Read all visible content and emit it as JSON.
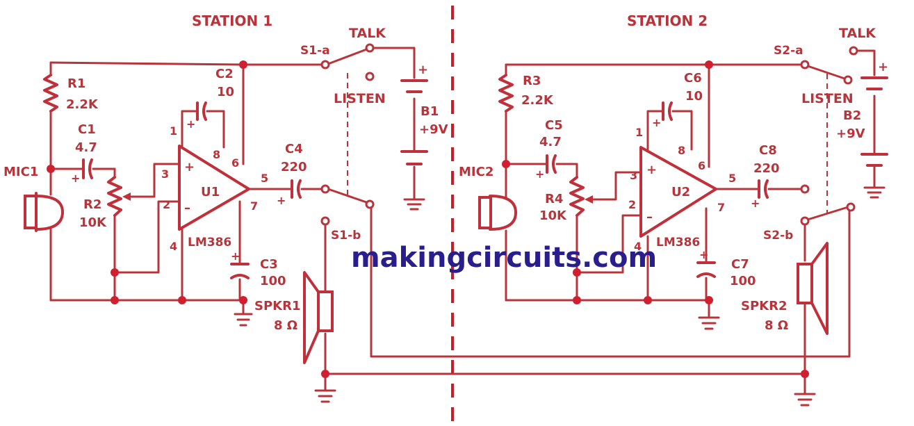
{
  "colors": {
    "wire": "#b8343a",
    "component": "#c0303a",
    "text": "#b8343a",
    "node": "#d02030",
    "watermark": "#2a1e8c",
    "divider": "#c81e28"
  },
  "watermark": "makingcircuits.com",
  "station1": {
    "title": "STATION 1",
    "switch_a": "S1-a",
    "switch_b": "S1-b",
    "talk": "TALK",
    "listen": "LISTEN",
    "battery_label": "B1",
    "battery_value": "+9V",
    "plus": "+",
    "r1_label": "R1",
    "r1_value": "2.2K",
    "c1_label": "C1",
    "c1_value": "4.7",
    "c2_label": "C2",
    "c2_value": "10",
    "c3_label": "C3",
    "c3_value": "100",
    "c4_label": "C4",
    "c4_value": "220",
    "r2_label": "R2",
    "r2_value": "10K",
    "mic": "MIC1",
    "ic": "U1",
    "ic_part": "LM386",
    "pin1": "1",
    "pin2": "2",
    "pin3": "3",
    "pin4": "4",
    "pin5": "5",
    "pin6": "6",
    "pin7": "7",
    "pin8": "8",
    "speaker_label": "SPKR1",
    "speaker_value": "8 Ω",
    "op_plus": "+",
    "op_minus": "–"
  },
  "station2": {
    "title": "STATION 2",
    "switch_a": "S2-a",
    "switch_b": "S2-b",
    "talk": "TALK",
    "listen": "LISTEN",
    "battery_label": "B2",
    "battery_value": "+9V",
    "plus": "+",
    "r3_label": "R3",
    "r3_value": "2.2K",
    "c5_label": "C5",
    "c5_value": "4.7",
    "c6_label": "C6",
    "c6_value": "10",
    "c7_label": "C7",
    "c7_value": "100",
    "c8_label": "C8",
    "c8_value": "220",
    "r4_label": "R4",
    "r4_value": "10K",
    "mic": "MIC2",
    "ic": "U2",
    "ic_part": "LM386",
    "pin1": "1",
    "pin2": "2",
    "pin3": "3",
    "pin4": "4",
    "pin5": "5",
    "pin6": "6",
    "pin7": "7",
    "pin8": "8",
    "speaker_label": "SPKR2",
    "speaker_value": "8 Ω",
    "op_plus": "+",
    "op_minus": "–"
  }
}
